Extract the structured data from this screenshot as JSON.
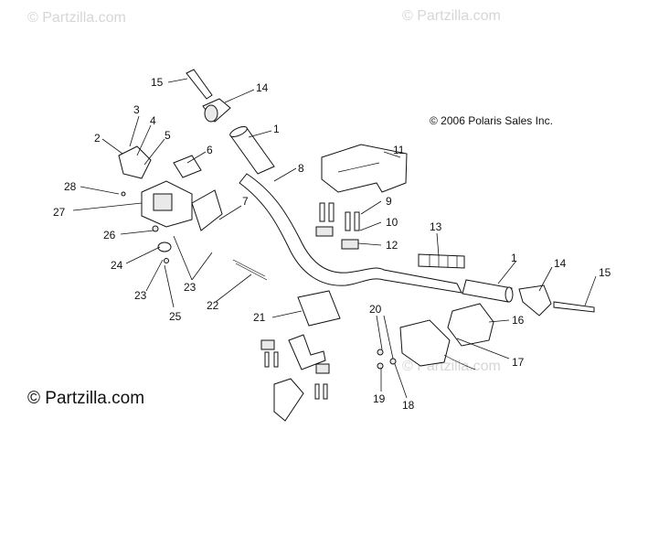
{
  "watermarks": {
    "top_left": "© Partzilla.com",
    "top_right": "© Partzilla.com",
    "center": "© Partzilla.com"
  },
  "copyright": "© 2006 Polaris Sales Inc.",
  "brand": "© Partzilla.com",
  "callouts": [
    "1",
    "1",
    "2",
    "3",
    "4",
    "5",
    "6",
    "7",
    "8",
    "9",
    "10",
    "11",
    "12",
    "13",
    "14",
    "14",
    "15",
    "15",
    "16",
    "17",
    "18",
    "19",
    "20",
    "21",
    "22",
    "23",
    "23",
    "24",
    "25",
    "26",
    "27",
    "28"
  ]
}
